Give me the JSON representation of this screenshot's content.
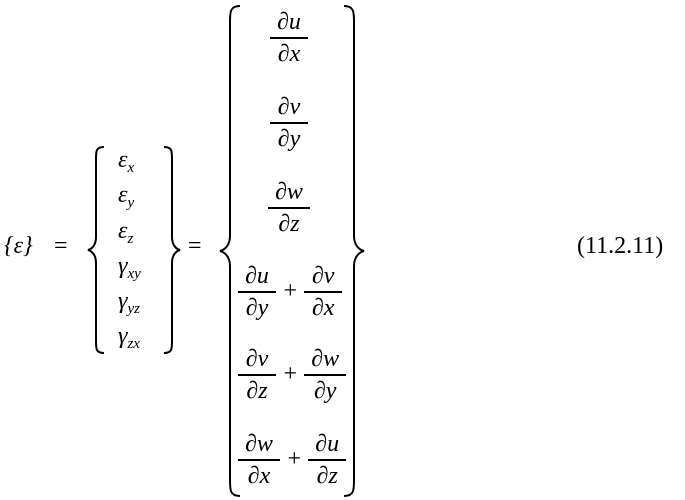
{
  "equation": {
    "lhs": "{ε}",
    "equals": "=",
    "number": "(11.2.11)",
    "strain_vector": [
      {
        "base": "ε",
        "sub": "x"
      },
      {
        "base": "ε",
        "sub": "y"
      },
      {
        "base": "ε",
        "sub": "z"
      },
      {
        "base": "γ",
        "sub": "xy"
      },
      {
        "base": "γ",
        "sub": "yz"
      },
      {
        "base": "γ",
        "sub": "zx"
      }
    ],
    "derivatives": [
      {
        "num": "∂u",
        "den": "∂x"
      },
      {
        "num": "∂v",
        "den": "∂y"
      },
      {
        "num": "∂w",
        "den": "∂z"
      }
    ],
    "sums": [
      {
        "a_num": "∂u",
        "a_den": "∂y",
        "op": "+",
        "b_num": "∂v",
        "b_den": "∂x"
      },
      {
        "a_num": "∂v",
        "a_den": "∂z",
        "op": "+",
        "b_num": "∂w",
        "b_den": "∂y"
      },
      {
        "a_num": "∂w",
        "a_den": "∂x",
        "op": "+",
        "b_num": "∂u",
        "b_den": "∂z"
      }
    ]
  }
}
